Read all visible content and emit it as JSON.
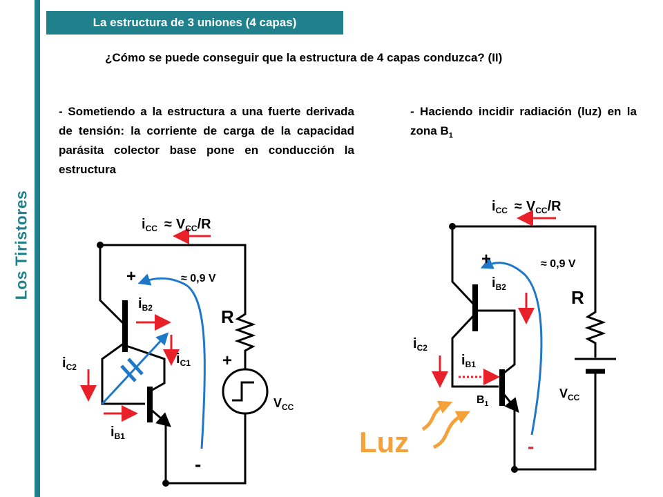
{
  "sidebar": {
    "label": "Los Tiristores"
  },
  "header": {
    "title": "La estructura de 3 uniones (4 capas)"
  },
  "question": "¿Cómo se puede conseguir que la estructura de 4 capas conduzca? (II)",
  "left_text": "- Sometiendo a la estructura a una fuerte derivada de tensión: la corriente de carga de la capacidad parásita colector base pone en conducción la estructura",
  "right_text": {
    "main": "- Haciendo incidir radiación (luz) en la zona B",
    "subscript": "1"
  },
  "left_circuit": {
    "icc_label": "i",
    "icc_sub": "CC",
    "approx": "≈",
    "vcc_r": "V",
    "vcc_r_sub": "CC",
    "vcc_r_tail": "/R",
    "ib2": "i",
    "ib2_sub": "B2",
    "ic1": "i",
    "ic1_sub": "C1",
    "ic2": "i",
    "ic2_sub": "C2",
    "ib1": "i",
    "ib1_sub": "B1",
    "plus_top": "+",
    "plus_source": "+",
    "minus": "-",
    "voltage_drop": "≈ 0,9 V",
    "resistor": "R",
    "vcc": "V",
    "vcc_sub": "CC"
  },
  "right_circuit": {
    "icc_label": "i",
    "icc_sub": "CC",
    "approx": "≈",
    "vcc_r": "V",
    "vcc_r_sub": "CC",
    "vcc_r_tail": "/R",
    "ib2": "i",
    "ib2_sub": "B2",
    "ic2": "i",
    "ic2_sub": "C2",
    "ib1": "i",
    "ib1_sub": "B1",
    "b1": "B",
    "b1_sub": "1",
    "plus_top": "+",
    "minus": "-",
    "voltage_drop": "≈ 0,9 V",
    "resistor": "R",
    "vcc": "V",
    "vcc_sub": "CC",
    "light": "Luz"
  },
  "colors": {
    "accent": "#20808c",
    "current_arrow": "#e8202a",
    "capacitor": "#1f77c8",
    "light": "#f4a13a",
    "minus": "#e8202a"
  }
}
